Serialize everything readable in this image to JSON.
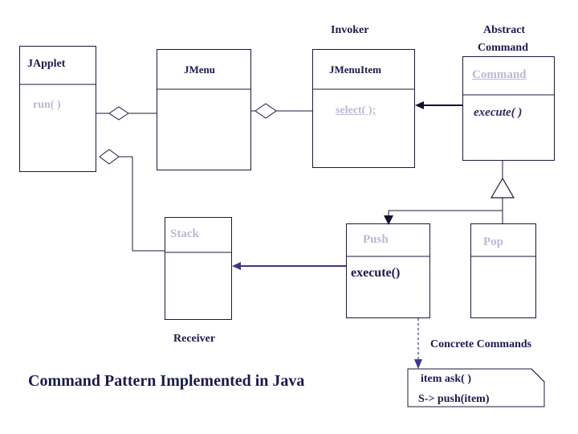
{
  "diagram": {
    "title": "Command Pattern Implemented in Java",
    "labels": {
      "invoker": "Invoker",
      "abstract_command_line1": "Abstract",
      "abstract_command_line2": "Command",
      "receiver": "Receiver",
      "concrete_commands": "Concrete Commands"
    },
    "classes": [
      {
        "id": "japplet",
        "name": "JApplet",
        "members": [
          "run( )"
        ]
      },
      {
        "id": "jmenu",
        "name": "JMenu",
        "members": []
      },
      {
        "id": "jmenuitem",
        "name": "JMenuItem",
        "members": [
          "select( );"
        ]
      },
      {
        "id": "command",
        "name": "Command",
        "members": [
          "execute( )"
        ]
      },
      {
        "id": "stack",
        "name": "Stack",
        "members": []
      },
      {
        "id": "push",
        "name": "Push",
        "members": [
          "execute()"
        ]
      },
      {
        "id": "pop",
        "name": "Pop",
        "members": []
      }
    ],
    "note": {
      "line1": "item ask( )",
      "line2": "S-> push(item)"
    },
    "colors": {
      "ink": "#1a1a4e",
      "ghost": "#b9b9d6",
      "stroke": "#1a1a3a",
      "accent": "#2a2a5e"
    }
  }
}
